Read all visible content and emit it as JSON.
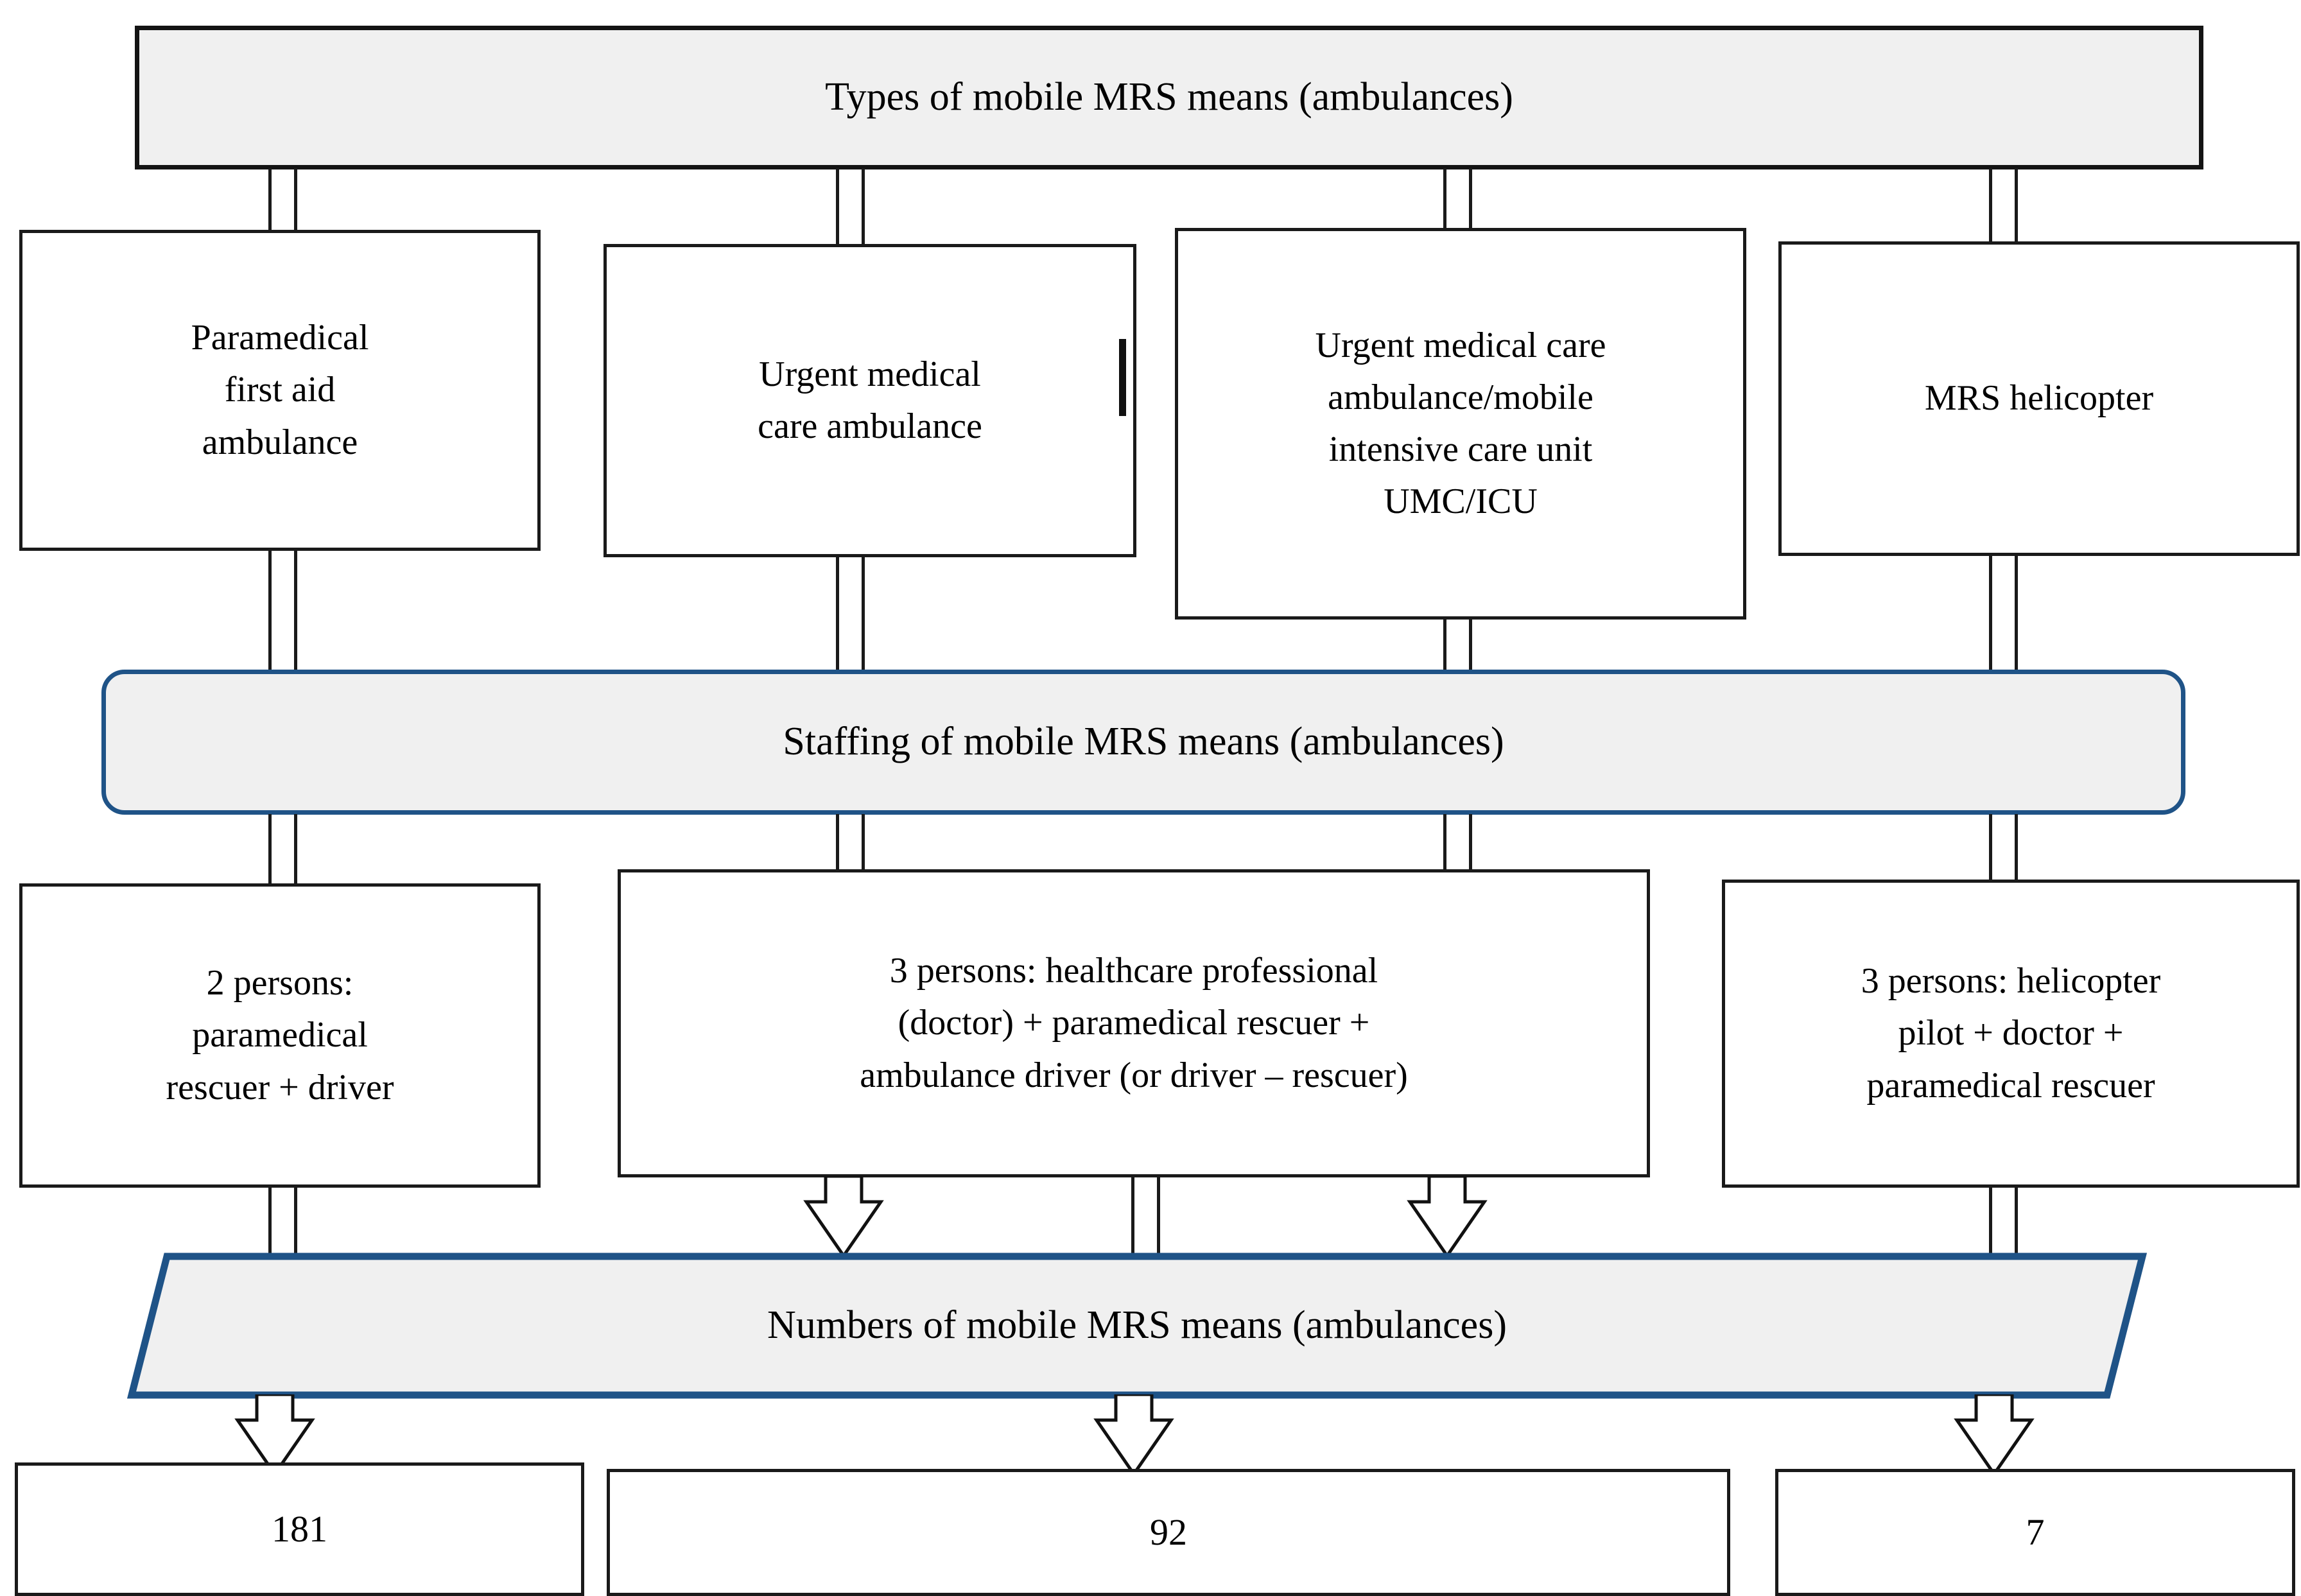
{
  "diagram": {
    "title_banner": "Types of mobile MRS means (ambulances)",
    "staffing_banner": "Staffing of mobile MRS means (ambulances)",
    "numbers_banner": "Numbers of mobile MRS means (ambulances)",
    "types": [
      {
        "line1": "Paramedical",
        "line2": "first aid",
        "line3": "ambulance",
        "line4": ""
      },
      {
        "line1": "Urgent medical",
        "line2": "care ambulance",
        "line3": "",
        "line4": ""
      },
      {
        "line1": "Urgent medical  care",
        "line2": "ambulance/mobile",
        "line3": "intensive  care unit",
        "line4": "UMC/ICU"
      },
      {
        "line1": "MRS helicopter",
        "line2": "",
        "line3": "",
        "line4": ""
      }
    ],
    "staffing": [
      {
        "line1": "2 persons:",
        "line2": "paramedical",
        "line3": "rescuer + driver"
      },
      {
        "line1": "3 persons: healthcare professional",
        "line2": "(doctor) + paramedical  rescuer +",
        "line3": "ambulance  driver (or driver – rescuer)"
      },
      {
        "line1": "3 persons: helicopter",
        "line2": "pilot + doctor +",
        "line3": "paramedical rescuer"
      }
    ],
    "counts": [
      {
        "value": "181"
      },
      {
        "value": "92"
      },
      {
        "value": "7"
      }
    ],
    "colors": {
      "banner_fill": "#f0f0f0",
      "banner_border": "#141414",
      "accent_blue": "#1f5387",
      "box_border": "#1a1a1a",
      "text": "#000000",
      "page_background": "#ffffff"
    }
  }
}
